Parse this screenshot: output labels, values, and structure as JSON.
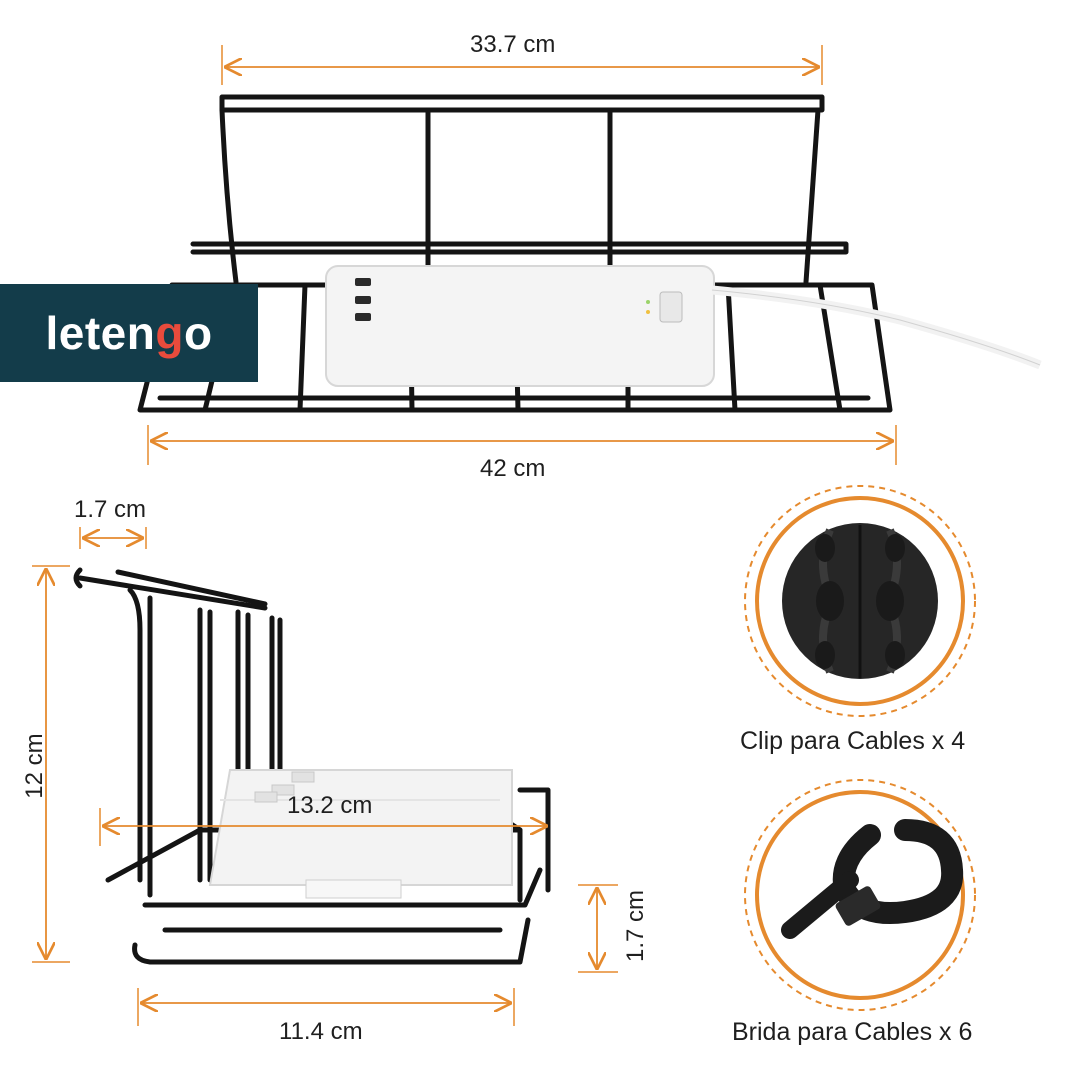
{
  "brand": {
    "logo_text": "letengo"
  },
  "dimensions": {
    "top_width": "33.7 cm",
    "bottom_width": "42 cm",
    "hook_width": "1.7 cm",
    "height": "12 cm",
    "depth_top": "13.2 cm",
    "depth_bottom": "11.4 cm",
    "lip_height": "1.7 cm"
  },
  "accessories": [
    {
      "caption": "Clip para Cables x 4",
      "icon": "cable-clip-icon"
    },
    {
      "caption": "Brida para Cables x 6",
      "icon": "cable-tie-icon"
    }
  ],
  "colors": {
    "dimension_line": "#e58a2e",
    "wire": "#141414",
    "logo_bg": "#133c4a",
    "logo_accent": "#e94b3c"
  }
}
